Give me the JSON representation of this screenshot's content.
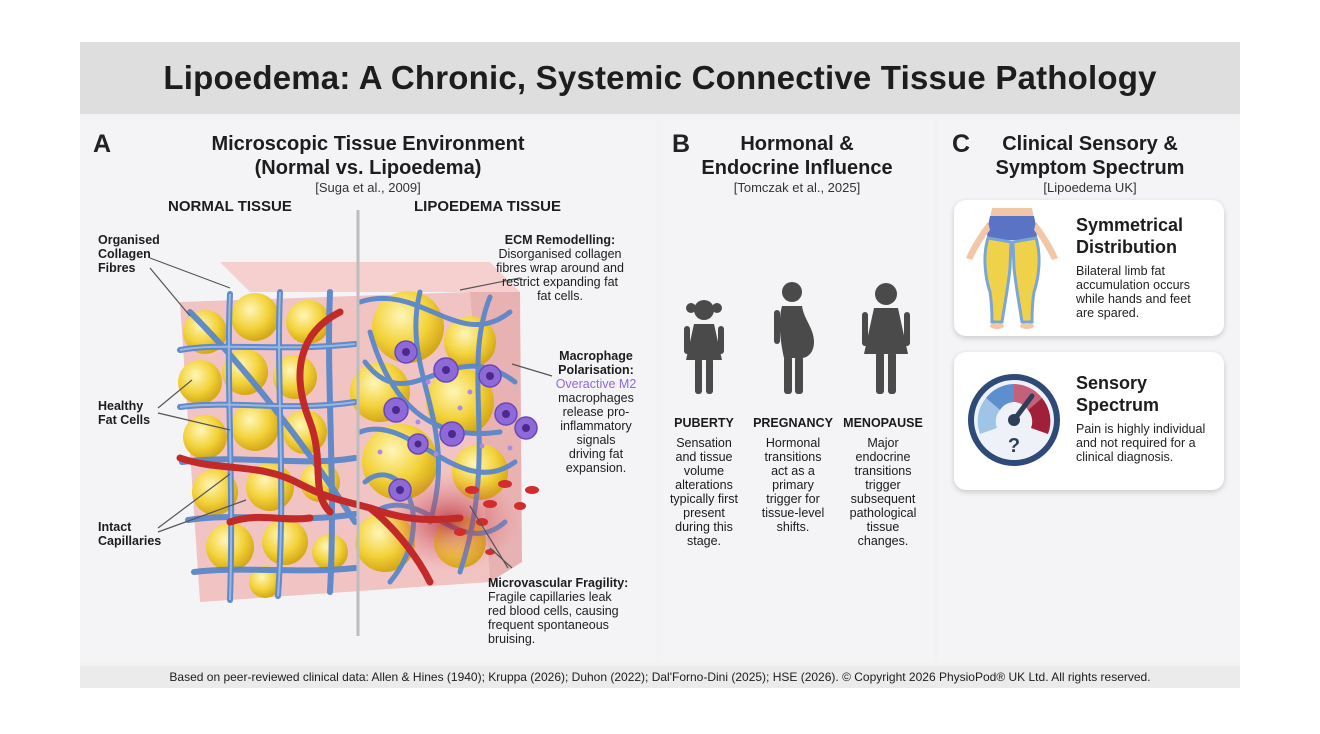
{
  "title": "Lipoedema: A Chronic, Systemic Connective Tissue Pathology",
  "panel_a": {
    "letter": "A",
    "title_line1": "Microscopic Tissue Environment",
    "title_line2": "(Normal vs. Lipoedema)",
    "citation": "[Suga et al., 2009]",
    "normal_heading": "NORMAL TISSUE",
    "lipoedema_heading": "LIPOEDEMA TISSUE",
    "labels": {
      "collagen": [
        "Organised",
        "Collagen",
        "Fibres"
      ],
      "fat": [
        "Healthy",
        "Fat Cells"
      ],
      "capillaries": [
        "Intact",
        "Capillaries"
      ]
    },
    "ecm": {
      "title": "ECM Remodelling:",
      "lines": [
        "Disorganised collagen",
        "fibres wrap around and",
        "restrict expanding fat",
        "fat cells."
      ]
    },
    "macrophage": {
      "title_lines": [
        "Macrophage",
        "Polarisation:"
      ],
      "highlight": "Overactive M2",
      "lines": [
        "macrophages",
        "release pro-",
        "inflammatory",
        "signals",
        "driving fat",
        "expansion."
      ]
    },
    "microvascular": {
      "title": "Microvascular Fragility:",
      "lines": [
        "Fragile capillaries leak",
        "red blood cells, causing",
        "frequent spontaneous",
        "bruising."
      ]
    }
  },
  "panel_b": {
    "letter": "B",
    "title_line1": "Hormonal &",
    "title_line2": "Endocrine Influence",
    "citation": "[Tomczak et al., 2025]",
    "stages": [
      {
        "name": "PUBERTY",
        "lines": [
          "Sensation",
          "and tissue",
          "volume",
          "alterations",
          "typically first",
          "present",
          "during this",
          "stage."
        ]
      },
      {
        "name": "PREGNANCY",
        "lines": [
          "Hormonal",
          "transitions",
          "act as a",
          "primary",
          "trigger for",
          "tissue-level",
          "shifts."
        ]
      },
      {
        "name": "MENOPAUSE",
        "lines": [
          "Major",
          "endocrine",
          "transitions",
          "trigger",
          "subsequent",
          "pathological",
          "tissue",
          "changes."
        ]
      }
    ]
  },
  "panel_c": {
    "letter": "C",
    "title_line1": "Clinical Sensory &",
    "title_line2": "Symptom Spectrum",
    "citation": "[Lipoedema UK]",
    "cards": [
      {
        "title_lines": [
          "Symmetrical",
          "Distribution"
        ],
        "lines": [
          "Bilateral limb fat",
          "accumulation occurs",
          "while hands and feet",
          "are spared."
        ]
      },
      {
        "title_lines": [
          "Sensory",
          "Spectrum"
        ],
        "lines": [
          "Pain is highly individual",
          "and not required for a",
          "clinical diagnosis."
        ],
        "gauge_glyph": "?"
      }
    ]
  },
  "footer": "Based on peer-reviewed clinical data: Allen & Hines (1940); Kruppa (2026); Duhon (2022); Dal'Forno-Dini (2025); HSE (2026). © Copyright 2026 PhysioPod® UK Ltd. All rights reserved.",
  "colors": {
    "collagen": "#5b86c9",
    "fat": "#f3d23a",
    "vessel": "#c22a2a",
    "macrophage": "#8e6ad8",
    "figure": "#4a4a4a"
  }
}
